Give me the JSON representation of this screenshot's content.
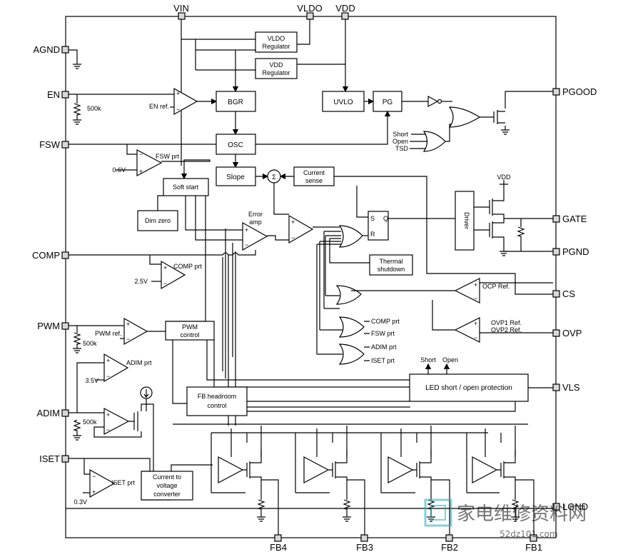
{
  "pins": {
    "vin": "VIN",
    "vldo": "VLDO",
    "vdd_top": "VDD",
    "agnd": "AGND",
    "en": "EN",
    "fsw": "FSW",
    "comp": "COMP",
    "pwm": "PWM",
    "adim": "ADIM",
    "iset": "ISET",
    "pgood": "PGOOD",
    "gate": "GATE",
    "pgnd": "PGND",
    "cs": "CS",
    "ovp": "OVP",
    "vls": "VLS",
    "lgnd": "LGND",
    "fb4": "FB4",
    "fb3": "FB3",
    "fb2": "FB2",
    "fb1": "FB1"
  },
  "blocks": {
    "vldo_reg_1": "VLDO",
    "vldo_reg_2": "Regulator",
    "vdd_reg_1": "VDD",
    "vdd_reg_2": "Regulator",
    "bgr": "BGR",
    "uvlo": "UVLO",
    "pg": "PG",
    "osc": "OSC",
    "slope": "Slope",
    "sum": "Σ",
    "cs_1": "Current",
    "cs_2": "sense",
    "soft_start": "Soft start",
    "dim_zero": "Dim zero",
    "err_1": "Error",
    "err_2": "amp",
    "thermal_1": "Thermal",
    "thermal_2": "shutdown",
    "driver": "Driver",
    "pwm_ctrl_1": "PWM",
    "pwm_ctrl_2": "control",
    "fb_head_1": "FB headroom",
    "fb_head_2": "control",
    "led_prot": "LED short / open protection",
    "c2v_1": "Current to",
    "c2v_2": "voltage",
    "c2v_3": "converter",
    "sr_s": "S",
    "sr_q": "Q",
    "sr_r": "R"
  },
  "labels": {
    "r500k_en": "500k",
    "en_ref": "EN ref.",
    "r500k_pwm": "500k",
    "r500k_adim": "500k",
    "fsw_prt": "FSW prt",
    "v06": "0.6V",
    "comp_prt": "COMP prt",
    "v25": "2.5V",
    "pwm_ref": "PWM ref.",
    "adim_prt": "ADIM prt",
    "v35": "3.5V",
    "iset_prt": "ISET prt",
    "v03": "0.3V",
    "short_in": "Short",
    "open_in": "Open",
    "tsd_in": "TSD",
    "ocp_ref": "OCP Ref.",
    "ovp1_ref": "OVP1 Ref.",
    "ovp2_ref": "OVP2 Ref.",
    "comp_prt_gate": "COMP prt",
    "fsw_prt_gate": "FSW prt",
    "adim_prt_gate": "ADIM prt",
    "iset_prt_gate": "ISET prt",
    "short_out": "Short",
    "open_out": "Open",
    "vdd_drv": "VDD"
  },
  "watermark": {
    "cn": "家电维修资料网",
    "url": "52dz101.com"
  }
}
